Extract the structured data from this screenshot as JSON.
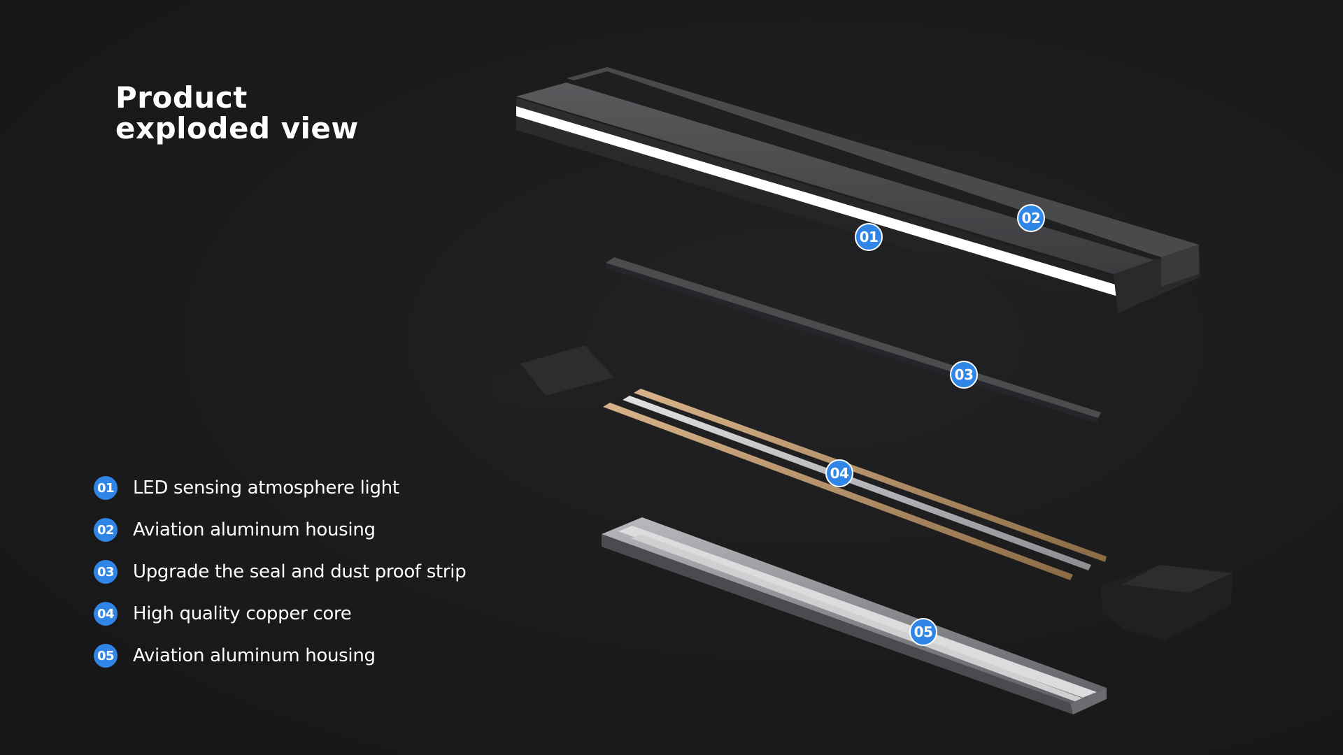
{
  "title": {
    "line1": "Product",
    "line2": "exploded view"
  },
  "colors": {
    "background": "#1b1b1c",
    "badge": "#2f86e6",
    "text": "#ffffff"
  },
  "legend": [
    {
      "number": "01",
      "label": "LED sensing atmosphere light"
    },
    {
      "number": "02",
      "label": "Aviation aluminum housing"
    },
    {
      "number": "03",
      "label": "Upgrade the seal and dust proof strip"
    },
    {
      "number": "04",
      "label": "High quality copper core"
    },
    {
      "number": "05",
      "label": "Aviation aluminum housing"
    }
  ],
  "callouts": {
    "c01": "01",
    "c02": "02",
    "c03": "03",
    "c04": "04",
    "c05": "05"
  }
}
